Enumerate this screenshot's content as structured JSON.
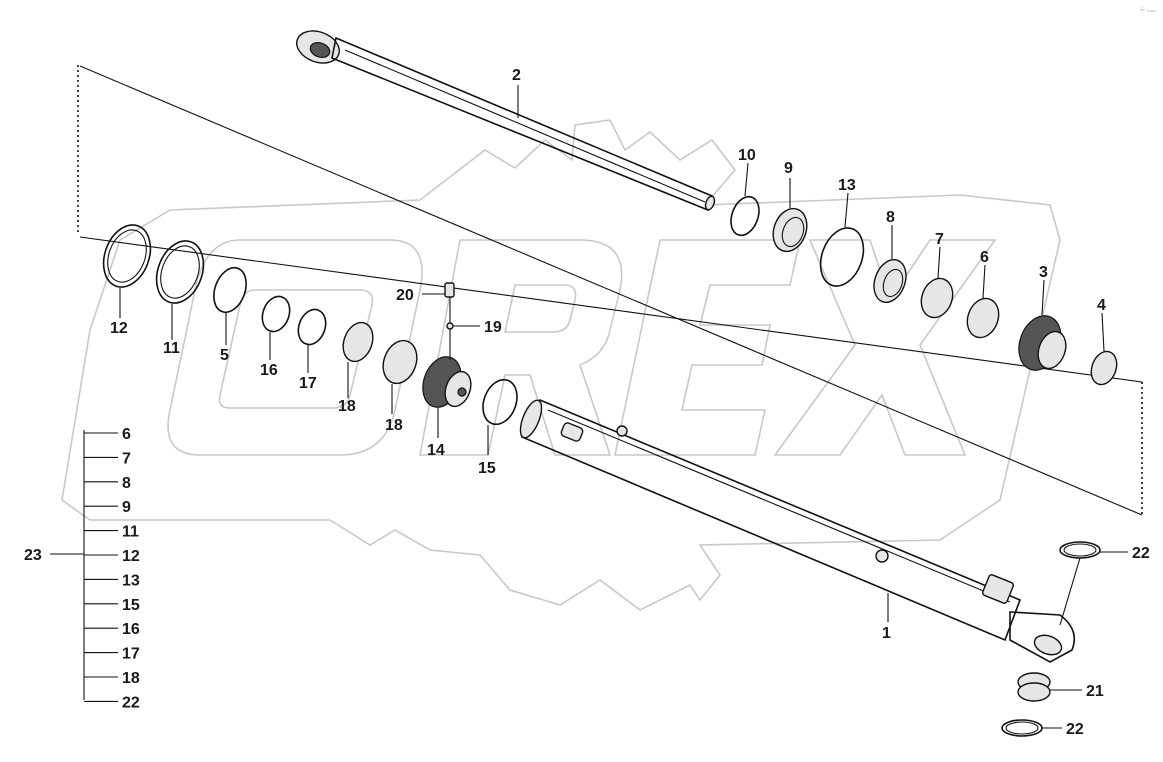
{
  "corner_mark": "ⓔ ₘₘₘ",
  "watermark": "OREX",
  "callouts": {
    "c1": "1",
    "c2": "2",
    "c3": "3",
    "c4": "4",
    "c5": "5",
    "c6": "6",
    "c7": "7",
    "c8": "8",
    "c9": "9",
    "c10": "10",
    "c11": "11",
    "c12": "12",
    "c13": "13",
    "c14": "14",
    "c15a": "15",
    "c16": "16",
    "c17": "17",
    "c18a": "18",
    "c18b": "18",
    "c19": "19",
    "c20": "20",
    "c21": "21",
    "c22a": "22",
    "c22b": "22"
  },
  "kit": {
    "label": "23",
    "items": [
      "6",
      "7",
      "8",
      "9",
      "11",
      "12",
      "13",
      "15",
      "16",
      "17",
      "18",
      "22"
    ]
  }
}
